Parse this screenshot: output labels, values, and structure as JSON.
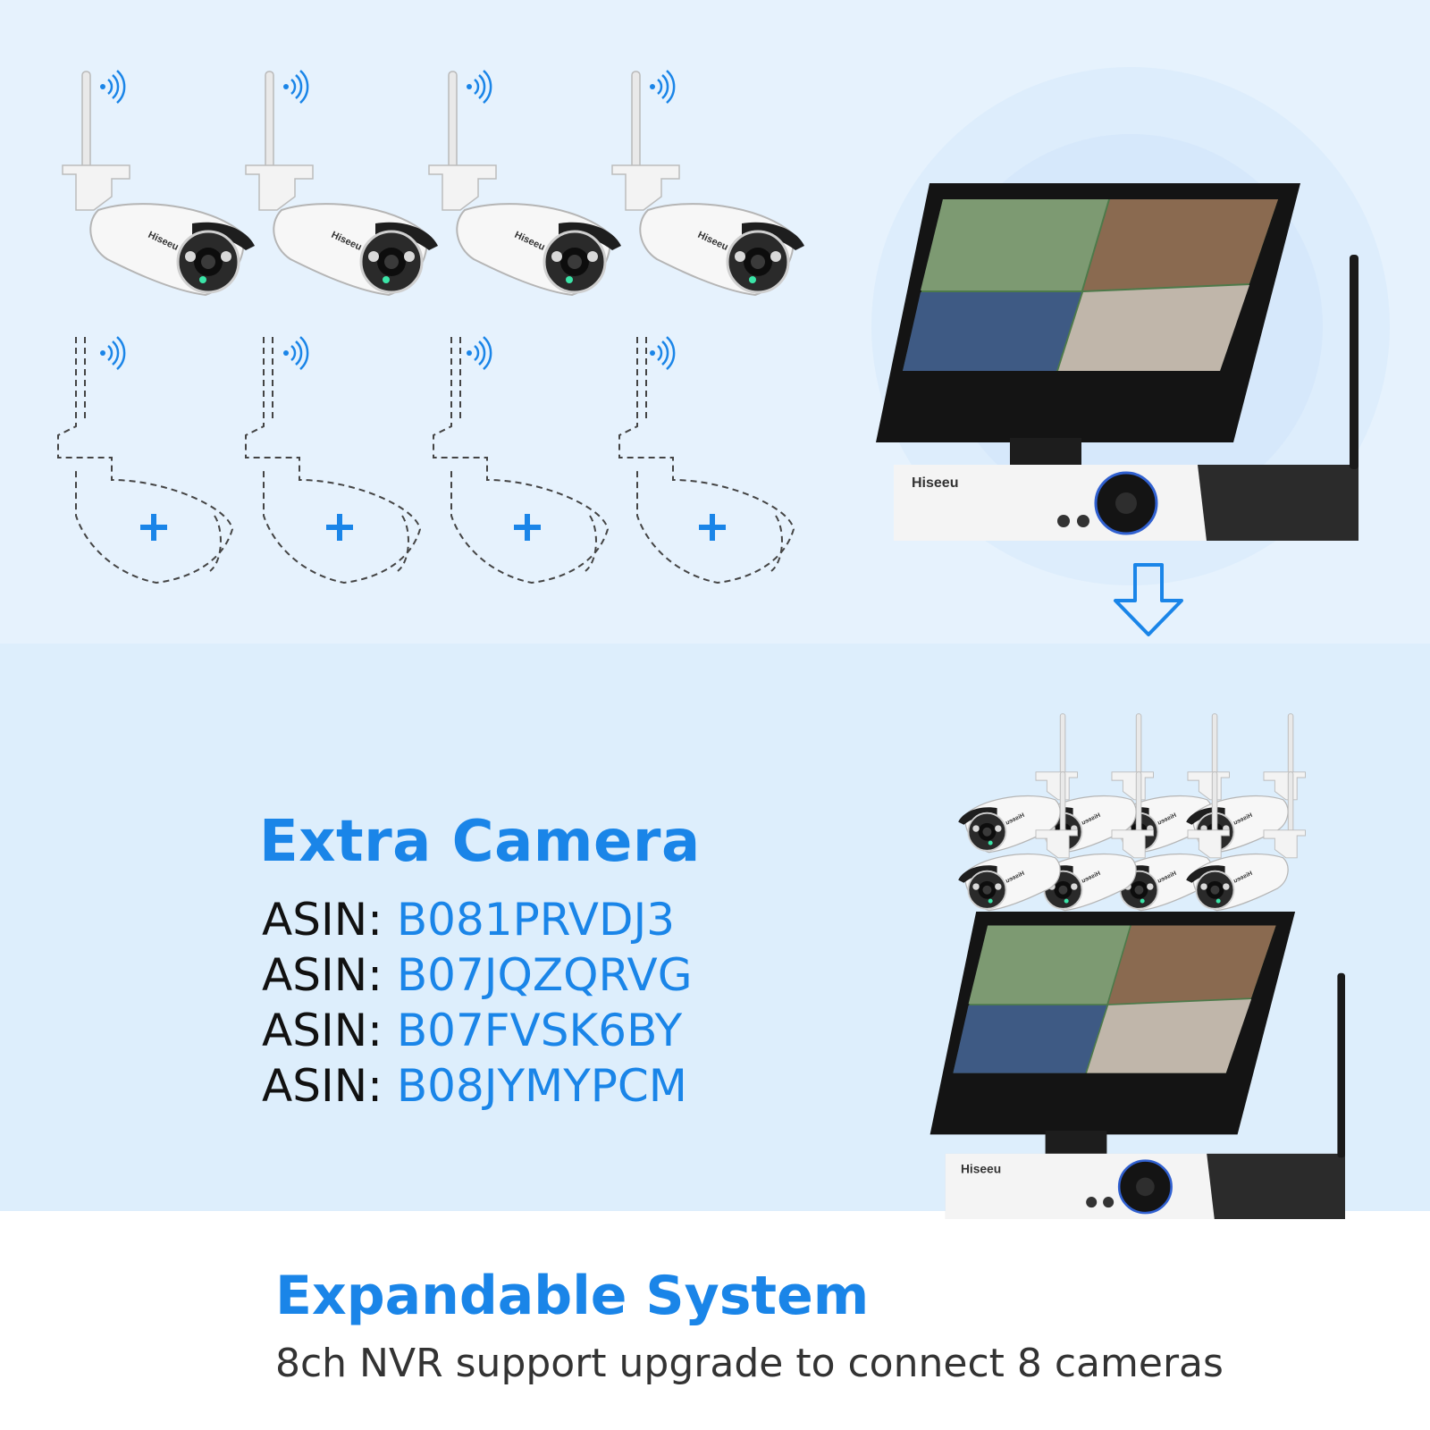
{
  "brand": "Hiseeu",
  "extra_camera": {
    "title": "Extra Camera",
    "asin_label": "ASIN:",
    "asins": [
      "B081PRVDJ3",
      "B07JQZQRVG",
      "B07FVSK6BY",
      "B08JYMYPCM"
    ]
  },
  "expandable": {
    "title": "Expandable System",
    "subtitle": "8ch NVR support upgrade to connect 8 cameras"
  },
  "icons": [
    "wifi-icon",
    "add-camera-plus-icon",
    "down-arrow-icon"
  ],
  "colors": {
    "accent": "#1a85e8",
    "band_top": "#e6f2fd",
    "band_mid": "#ddeefc"
  }
}
